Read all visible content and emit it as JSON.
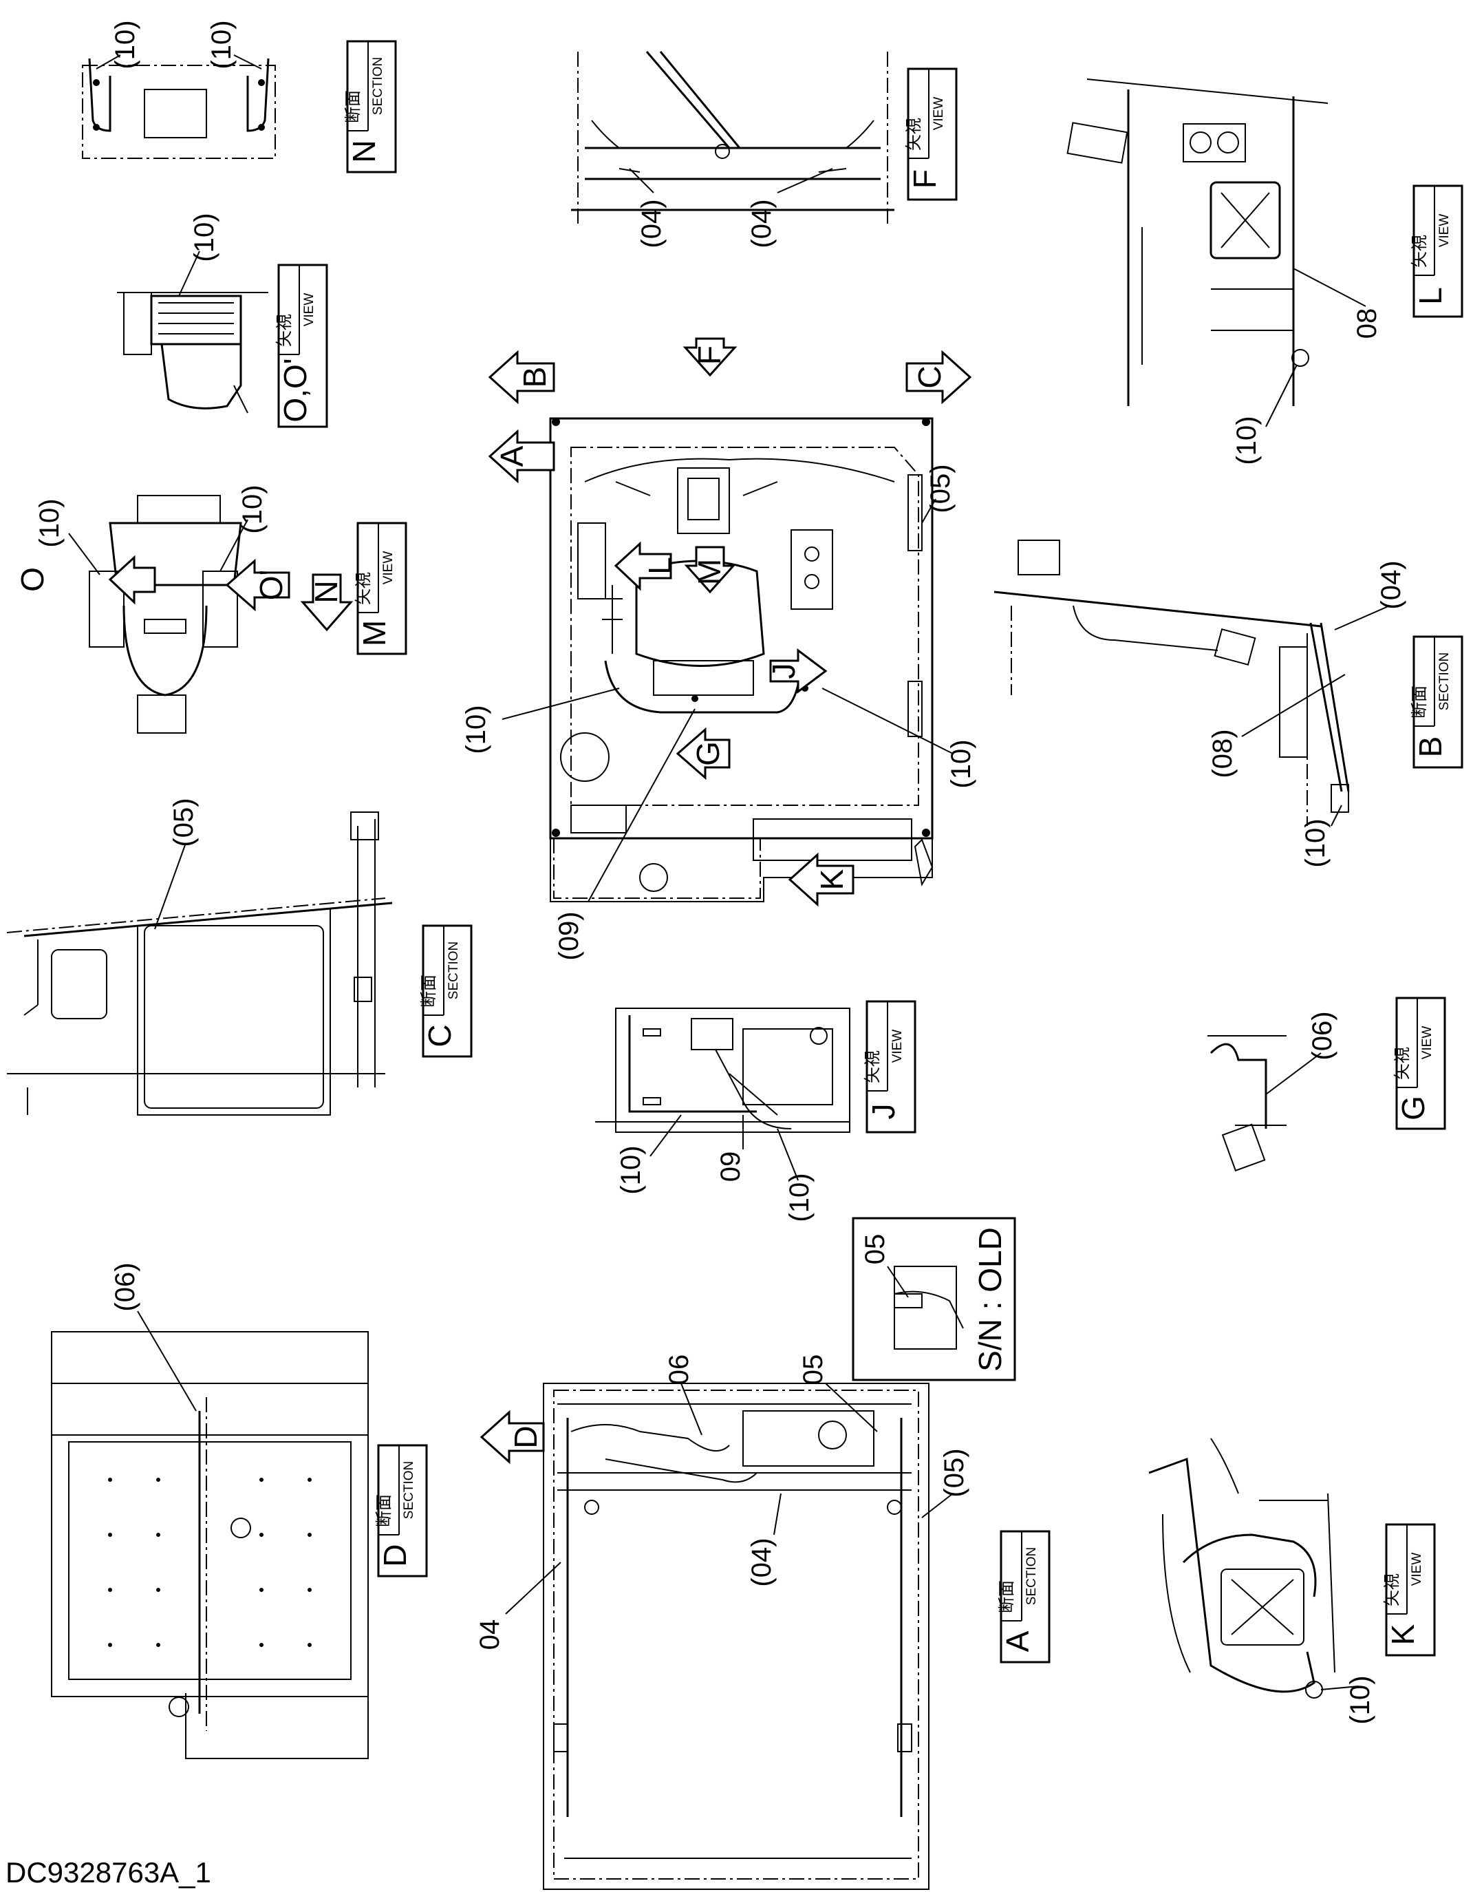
{
  "drawing_number": "DC9328763A_1",
  "view_labels": [
    {
      "id": "section-n",
      "letter": "N",
      "kanji": "断面",
      "english": "SECTION"
    },
    {
      "id": "view-f",
      "letter": "F",
      "kanji": "矢視",
      "english": "VIEW"
    },
    {
      "id": "view-l",
      "letter": "L",
      "kanji": "矢視",
      "english": "VIEW"
    },
    {
      "id": "view-oo",
      "letter": "O,O'",
      "kanji": "矢視",
      "english": "VIEW"
    },
    {
      "id": "view-m",
      "letter": "M",
      "kanji": "矢視",
      "english": "VIEW"
    },
    {
      "id": "section-b",
      "letter": "B",
      "kanji": "断面",
      "english": "SECTION"
    },
    {
      "id": "section-c",
      "letter": "C",
      "kanji": "断面",
      "english": "SECTION"
    },
    {
      "id": "view-j",
      "letter": "J",
      "kanji": "矢視",
      "english": "VIEW"
    },
    {
      "id": "view-g",
      "letter": "G",
      "kanji": "矢視",
      "english": "VIEW"
    },
    {
      "id": "section-d",
      "letter": "D",
      "kanji": "断面",
      "english": "SECTION"
    },
    {
      "id": "section-a",
      "letter": "A",
      "kanji": "断面",
      "english": "SECTION"
    },
    {
      "id": "view-k",
      "letter": "K",
      "kanji": "矢視",
      "english": "VIEW"
    }
  ],
  "view_arrows": [
    "A",
    "B",
    "C",
    "D",
    "F",
    "G",
    "J",
    "K",
    "L",
    "M",
    "N",
    "O",
    "O'"
  ],
  "serial_note": "S/N : OLD",
  "part_refs": [
    "(10)",
    "(04)",
    "08",
    "(05)",
    "(08)",
    "(09)",
    "09",
    "(06)",
    "06",
    "05",
    "04"
  ]
}
